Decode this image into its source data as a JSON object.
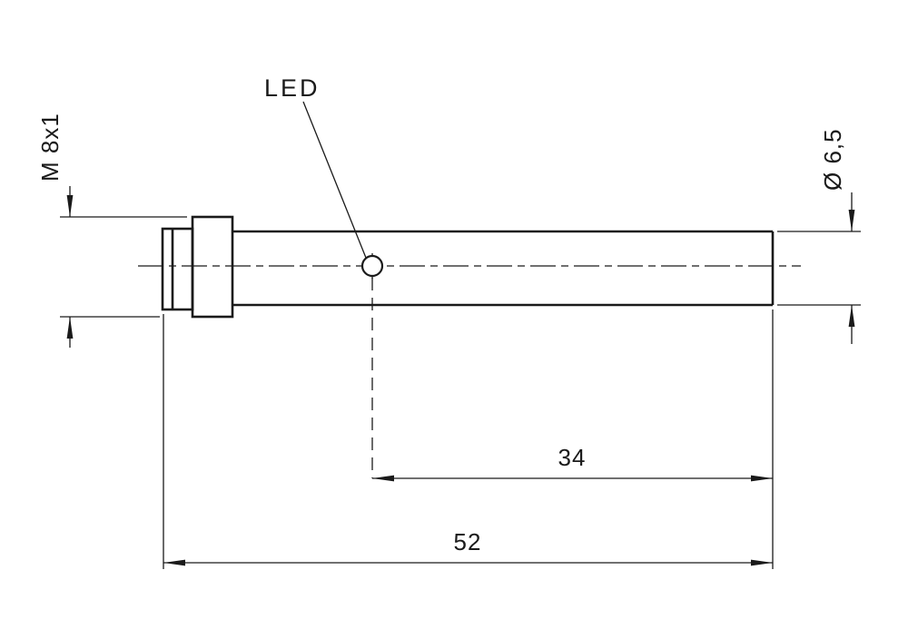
{
  "drawing": {
    "labels": {
      "led": "LED",
      "thread": "M 8x1",
      "diameter": "Ø 6,5",
      "led_offset": "34",
      "overall_length": "52"
    }
  }
}
